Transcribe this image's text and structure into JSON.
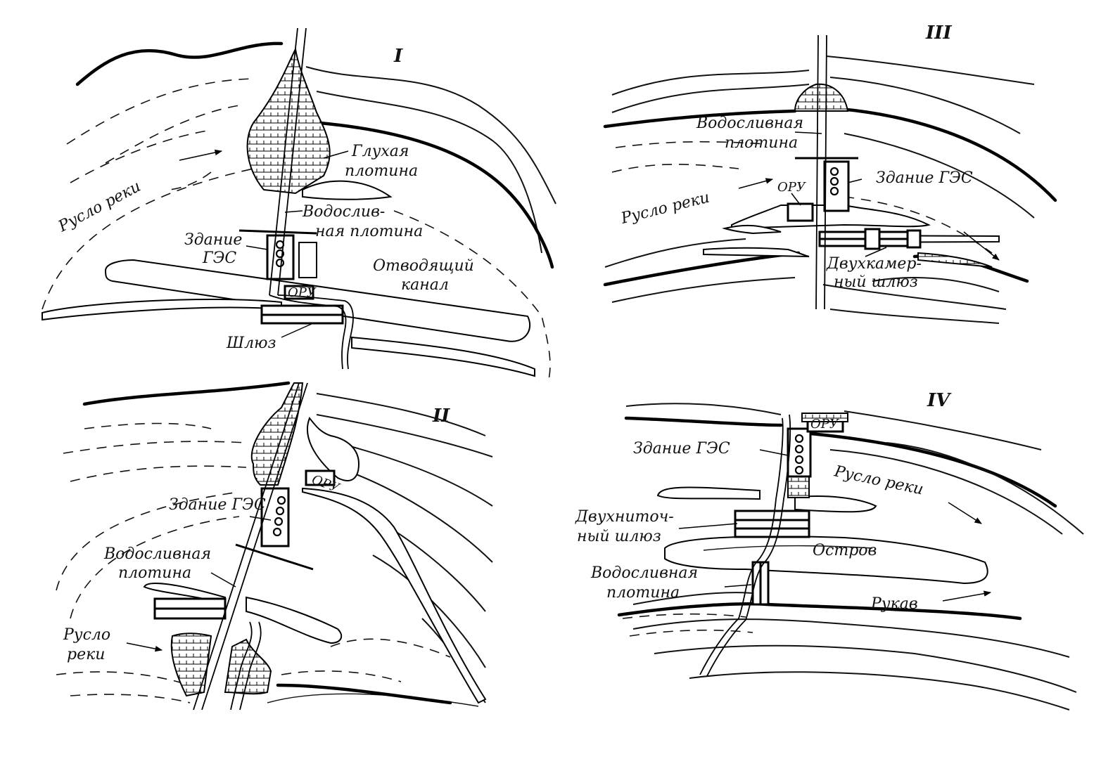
{
  "panels": [
    {
      "numeral": "I",
      "labels": {
        "river_bed": "Русло реки",
        "blind_dam_1": "Глухая",
        "blind_dam_2": "плотина",
        "spillway_1": "Водослив-",
        "spillway_2": "ная плотина",
        "powerhouse_1": "Здание",
        "powerhouse_2": "ГЭС",
        "tailrace_1": "Отводящий",
        "tailrace_2": "канал",
        "switchyard": "ОРУ",
        "lock": "Шлюз"
      }
    },
    {
      "numeral": "II",
      "labels": {
        "switchyard": "ОРУ",
        "powerhouse": "Здание ГЭС",
        "spillway_1": "Водосливная",
        "spillway_2": "плотина",
        "river_bed_1": "Русло",
        "river_bed_2": "реки"
      }
    },
    {
      "numeral": "III",
      "labels": {
        "spillway_1": "Водосливная",
        "spillway_2": "плотина",
        "powerhouse": "Здание ГЭС",
        "switchyard": "ОРУ",
        "river_bed": "Русло реки",
        "lock_1": "Двухкамер-",
        "lock_2": "ный шлюз"
      }
    },
    {
      "numeral": "IV",
      "labels": {
        "switchyard": "ОРУ",
        "powerhouse": "Здание ГЭС",
        "river_bed": "Русло реки",
        "lock_1": "Двухниточ-",
        "lock_2": "ный шлюз",
        "island": "Остров",
        "spillway_1": "Водосливная",
        "spillway_2": "плотина",
        "branch": "Рукав"
      }
    }
  ]
}
